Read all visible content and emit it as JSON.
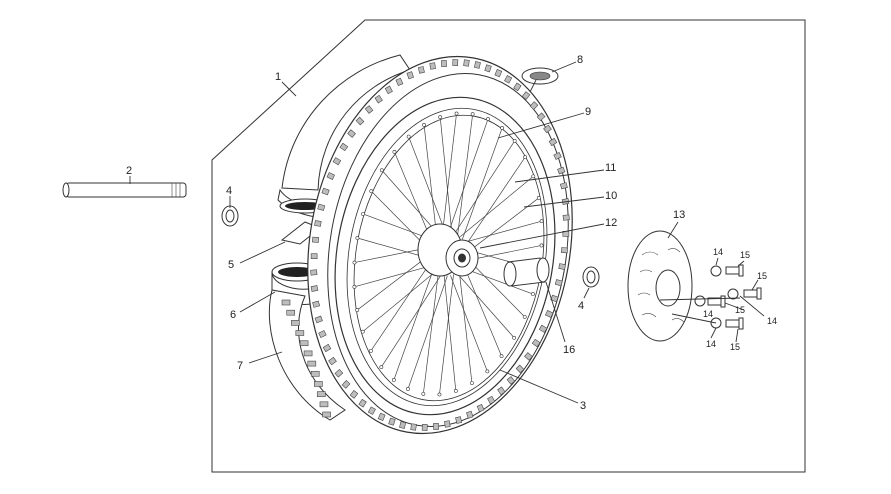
{
  "callouts": {
    "c1": "1",
    "c2": "2",
    "c3": "3",
    "c4a": "4",
    "c4b": "4",
    "c5": "5",
    "c6": "6",
    "c7": "7",
    "c8": "8",
    "c9": "9",
    "c10": "10",
    "c11": "11",
    "c12": "12",
    "c13": "13",
    "c14a": "14",
    "c14b": "14",
    "c14c": "14",
    "c14d": "14",
    "c15a": "15",
    "c15b": "15",
    "c15c": "15",
    "c15d": "15",
    "c16": "16"
  }
}
